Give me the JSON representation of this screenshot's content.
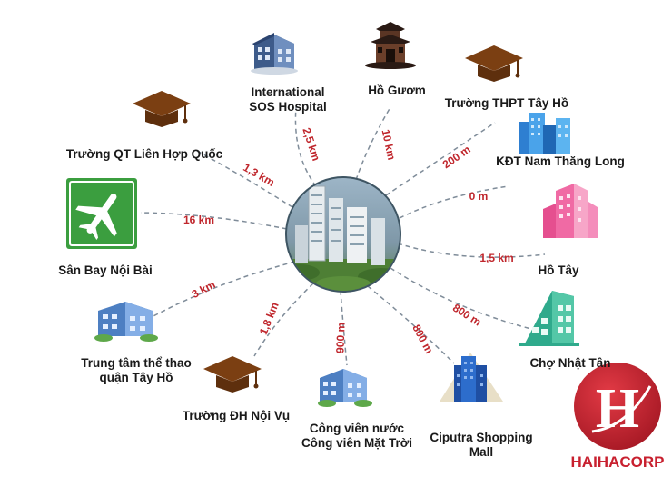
{
  "colors": {
    "distance": "#c0272d",
    "spoke": "#7f8c99",
    "cap": "#7b3f12",
    "airport": "#3b9e3f",
    "brand": "#c8202f"
  },
  "locations": [
    {
      "key": "sos",
      "label": "International\nSOS Hospital",
      "distance": "2,5 km",
      "icon": "building-icon"
    },
    {
      "key": "hoguom",
      "label": "Hồ Gươm",
      "distance": "10 km",
      "icon": "pagoda-icon"
    },
    {
      "key": "thpt",
      "label": "Trường THPT Tây Hồ",
      "distance": "200 m",
      "icon": "graduation-cap-icon"
    },
    {
      "key": "kdt",
      "label": "KĐT Nam Thăng Long",
      "distance": "0 m",
      "icon": "buildings-icon"
    },
    {
      "key": "hotay",
      "label": "Hồ Tây",
      "distance": "1,5 km",
      "icon": "buildings-icon"
    },
    {
      "key": "cho",
      "label": "Chợ Nhật Tân",
      "distance": "800 m",
      "icon": "building-icon"
    },
    {
      "key": "ciputra",
      "label": "Ciputra Shopping\nMall",
      "distance": "800 m",
      "icon": "mall-icon"
    },
    {
      "key": "congvien",
      "label": "Công viên nước\nCông viên Mặt Trời",
      "distance": "900 m",
      "icon": "building-icon"
    },
    {
      "key": "noivu",
      "label": "Trường ĐH Nội Vụ",
      "distance": "1,8 km",
      "icon": "graduation-cap-icon"
    },
    {
      "key": "thethao",
      "label": "Trung tâm thể thao\nquận Tây Hồ",
      "distance": "3 km",
      "icon": "building-icon"
    },
    {
      "key": "sanbay",
      "label": "Sân Bay Nội Bài",
      "distance": "16 km",
      "icon": "airplane-icon"
    },
    {
      "key": "lhq",
      "label": "Trường QT Liên Hợp Quốc",
      "distance": "1,3 km",
      "icon": "graduation-cap-icon"
    }
  ],
  "brand": {
    "name": "HAIHACORP",
    "logo_letter": "H"
  }
}
